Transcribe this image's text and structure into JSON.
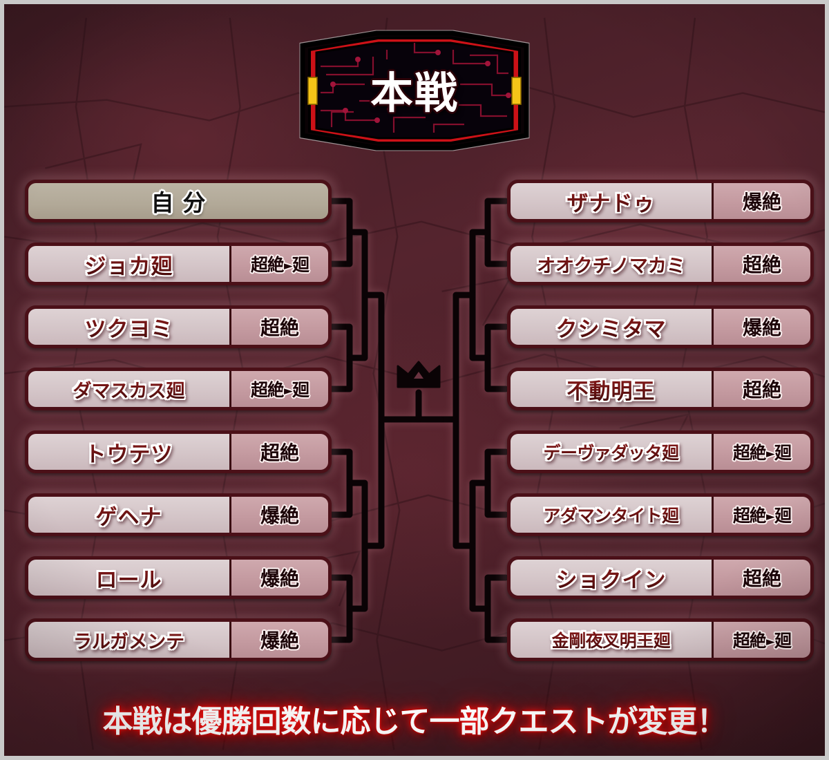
{
  "header": {
    "title": "本戦",
    "banner_frame_color": "#cc1117",
    "banner_inner_color": "#0a0205",
    "banner_accent_color": "#f5c518"
  },
  "theme": {
    "background_color": "#4a2028",
    "row_border_color": "#4b1018",
    "name_cell_color": "#d6c7ca",
    "badge_cell_color": "#c69aa1",
    "own_cell_color": "#b2a998",
    "connector_color": "#0a0305",
    "footer_glow_color": "#ff1a1a"
  },
  "bracket": {
    "crown_icon": "crown-icon",
    "left": [
      {
        "name": "自分",
        "badge": "",
        "is_own": true,
        "name_size": "normal"
      },
      {
        "name": "ジョカ廻",
        "badge": "超絶廻",
        "is_own": false,
        "name_size": "normal"
      },
      {
        "name": "ツクヨミ",
        "badge": "超絶",
        "is_own": false,
        "name_size": "normal"
      },
      {
        "name": "ダマスカス廻",
        "badge": "超絶廻",
        "is_own": false,
        "name_size": "small"
      },
      {
        "name": "トウテツ",
        "badge": "超絶",
        "is_own": false,
        "name_size": "normal"
      },
      {
        "name": "ゲヘナ",
        "badge": "爆絶",
        "is_own": false,
        "name_size": "normal"
      },
      {
        "name": "ロール",
        "badge": "爆絶",
        "is_own": false,
        "name_size": "normal"
      },
      {
        "name": "ラルガメンテ",
        "badge": "爆絶",
        "is_own": false,
        "name_size": "small"
      }
    ],
    "right": [
      {
        "name": "ザナドゥ",
        "badge": "爆絶",
        "is_own": false,
        "name_size": "normal"
      },
      {
        "name": "オオクチノマカミ",
        "badge": "超絶",
        "is_own": false,
        "name_size": "small"
      },
      {
        "name": "クシミタマ",
        "badge": "爆絶",
        "is_own": false,
        "name_size": "normal"
      },
      {
        "name": "不動明王",
        "badge": "超絶",
        "is_own": false,
        "name_size": "normal"
      },
      {
        "name": "デーヴァダッタ廻",
        "badge": "超絶廻",
        "is_own": false,
        "name_size": "xsmall"
      },
      {
        "name": "アダマンタイト廻",
        "badge": "超絶廻",
        "is_own": false,
        "name_size": "xsmall"
      },
      {
        "name": "ショクイン",
        "badge": "超絶",
        "is_own": false,
        "name_size": "normal"
      },
      {
        "name": "金剛夜叉明王廻",
        "badge": "超絶廻",
        "is_own": false,
        "name_size": "xsmall"
      }
    ]
  },
  "footer": {
    "note": "本戦は優勝回数に応じて一部クエストが変更！"
  }
}
